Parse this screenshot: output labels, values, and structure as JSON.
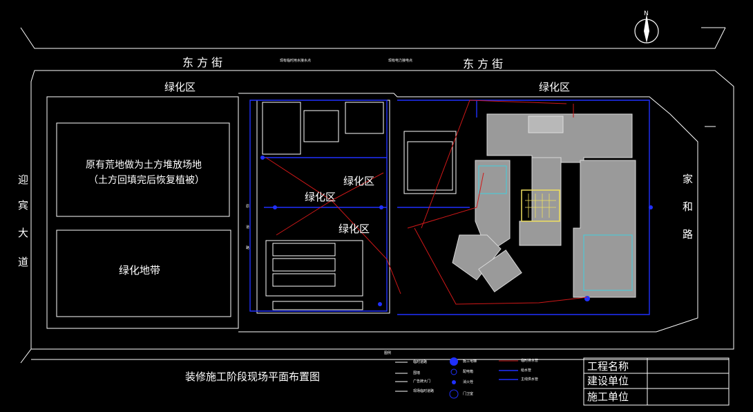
{
  "streets": {
    "north_left": "东 方 街",
    "north_right": "东 方 街",
    "north_note_1": "现有临时用水接水点",
    "north_note_2": "现有电力接电点",
    "west": [
      "迎",
      "宾",
      "大",
      "道"
    ],
    "east": [
      "家",
      "和",
      "路"
    ]
  },
  "zones": {
    "greening_top_left": "绿化区",
    "greening_top_right": "绿化区",
    "greening_mid_1": "绿化区",
    "greening_mid_2": "绿化区",
    "greening_mid_3": "绿化区",
    "stockpile_line1": "原有荒地做为土方堆放场地",
    "stockpile_line2": "（土方回填完后恢复植被）",
    "green_belt": "绿化地带",
    "road_vertical": [
      "原",
      "道",
      "路"
    ]
  },
  "compass": {
    "north": "N"
  },
  "drawing_title": "装修施工阶段现场平面布置图",
  "title_block": {
    "project_name": "工程名称",
    "construction_unit": "建设单位",
    "contractor": "施工单位"
  },
  "legend": {
    "heading": "图例",
    "items_col1": [
      "临时道路",
      "围墙",
      "广告牌大门",
      "现场临时道路"
    ],
    "items_col2": [
      "施工电梯",
      "配电箱",
      "消火栓",
      "门卫室"
    ],
    "items_col3": [
      "临时排水管",
      "给水管",
      "主线供水管"
    ]
  },
  "colors": {
    "background": "#000000",
    "line": "#ffffff",
    "water": "#2030ff",
    "drain": "#d01818",
    "building": "#9a9a9a",
    "scaffold": "#f0e060"
  }
}
